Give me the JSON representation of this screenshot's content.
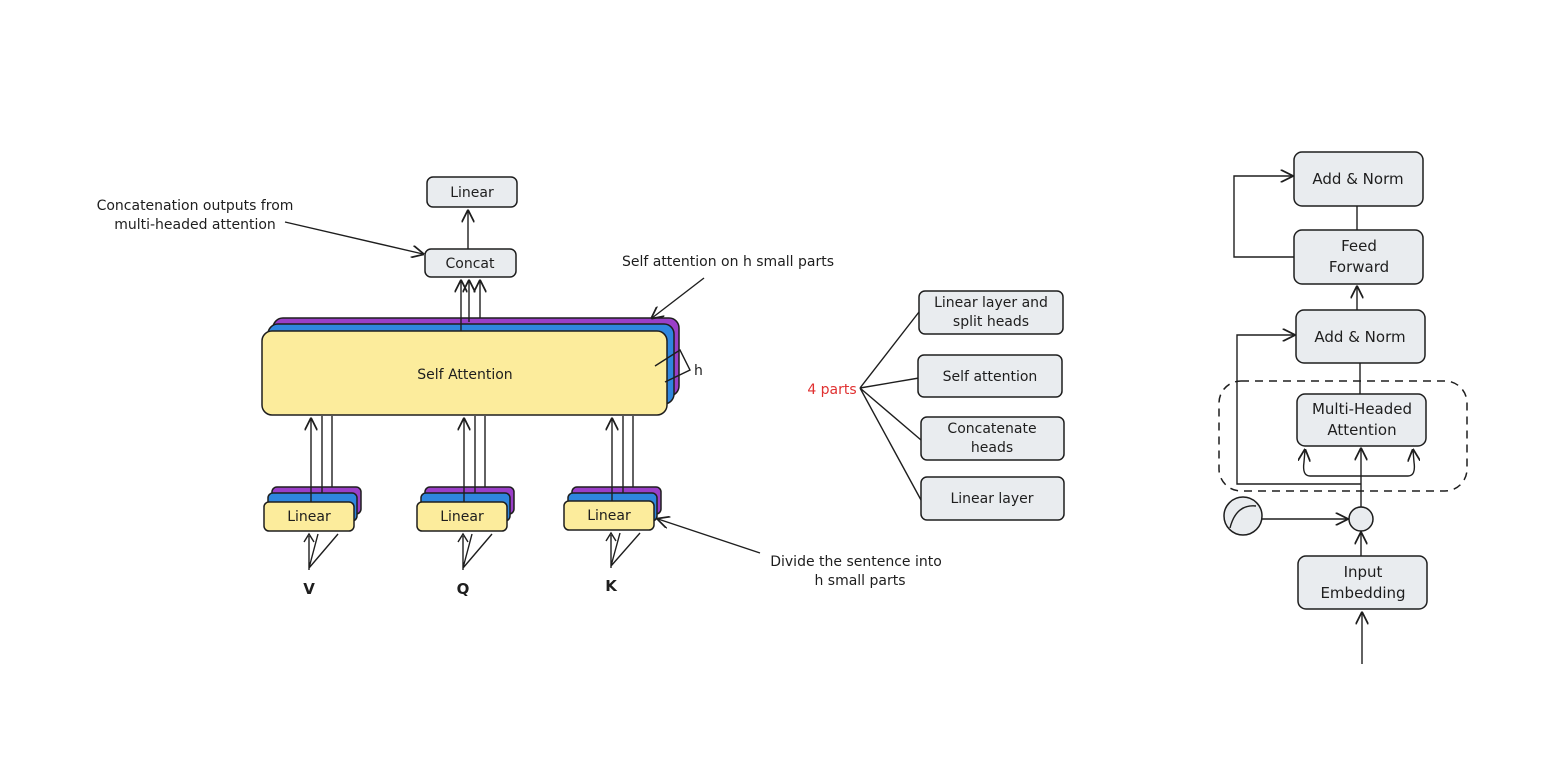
{
  "left": {
    "top_linear": "Linear",
    "concat": "Concat",
    "self_attention": "Self Attention",
    "h_label": "h",
    "inputs": [
      {
        "linear": "Linear",
        "label": "V"
      },
      {
        "linear": "Linear",
        "label": "Q"
      },
      {
        "linear": "Linear",
        "label": "K"
      }
    ],
    "annotations": {
      "concat_note_line1": "Concatenation outputs from",
      "concat_note_line2": "multi-headed attention",
      "self_attn_note": "Self attention on h small parts",
      "divide_note_line1": "Divide the sentence into",
      "divide_note_line2": "h small parts"
    }
  },
  "middle": {
    "root": "4 parts",
    "parts": [
      {
        "line1": "Linear layer and",
        "line2": "split heads"
      },
      {
        "line1": "Self attention",
        "line2": ""
      },
      {
        "line1": "Concatenate",
        "line2": "heads"
      },
      {
        "line1": "Linear layer",
        "line2": ""
      }
    ]
  },
  "right": {
    "add_norm_top": "Add & Norm",
    "feed_forward_line1": "Feed",
    "feed_forward_line2": "Forward",
    "add_norm_mid": "Add & Norm",
    "mha_line1": "Multi-Headed",
    "mha_line2": "Attention",
    "input_embedding_line1": "Input",
    "input_embedding_line2": "Embedding"
  }
}
